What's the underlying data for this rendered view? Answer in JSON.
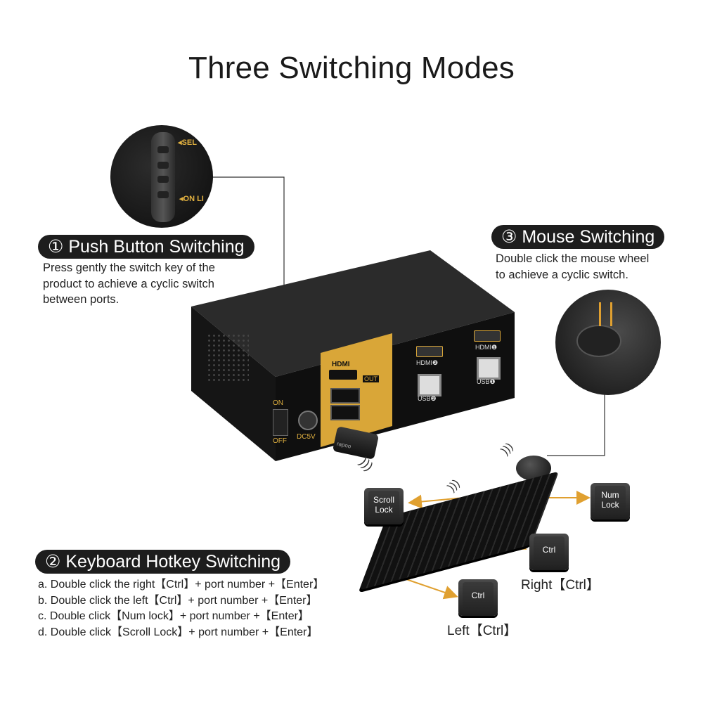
{
  "title": "Three Switching Modes",
  "push": {
    "heading": "① Push Button Switching",
    "lines": [
      "Press gently the switch key of the",
      "product to achieve a cyclic switch",
      "between ports."
    ],
    "zoom_labels": [
      "◂SEL",
      "◂ON LI"
    ]
  },
  "mouse": {
    "heading": "③ Mouse Switching",
    "lines": [
      "Double click the mouse wheel",
      "to achieve a cyclic switch."
    ]
  },
  "keyboard": {
    "heading": "② Keyboard Hotkey Switching",
    "lines": [
      "a. Double click the right【Ctrl】+ port number +【Enter】",
      "b. Double click the left【Ctrl】+ port number +【Enter】",
      "c. Double click【Num lock】+ port number +【Enter】",
      "d. Double click【Scroll Lock】+ port number +【Enter】"
    ]
  },
  "keys": {
    "scroll_lock": [
      "Scroll",
      "Lock"
    ],
    "num_lock": [
      "Num",
      "Lock"
    ],
    "ctrl_right": "Ctrl",
    "ctrl_left": "Ctrl",
    "right_label": "Right【Ctrl】",
    "left_label": "Left【Ctrl】"
  },
  "device": {
    "on": "ON",
    "off": "OFF",
    "dc": "DC5V",
    "out_hdmi": "HDMI",
    "out": "OUT",
    "port2_hdmi": "HDMI❷",
    "port2_usb": "USB❷",
    "port1_hdmi": "HDMI❶",
    "port1_usb": "USB❶",
    "dongle": "rapoo"
  },
  "colors": {
    "gold": "#d9a638",
    "dark": "#1d1d1d",
    "arrow": "#e0a030"
  }
}
